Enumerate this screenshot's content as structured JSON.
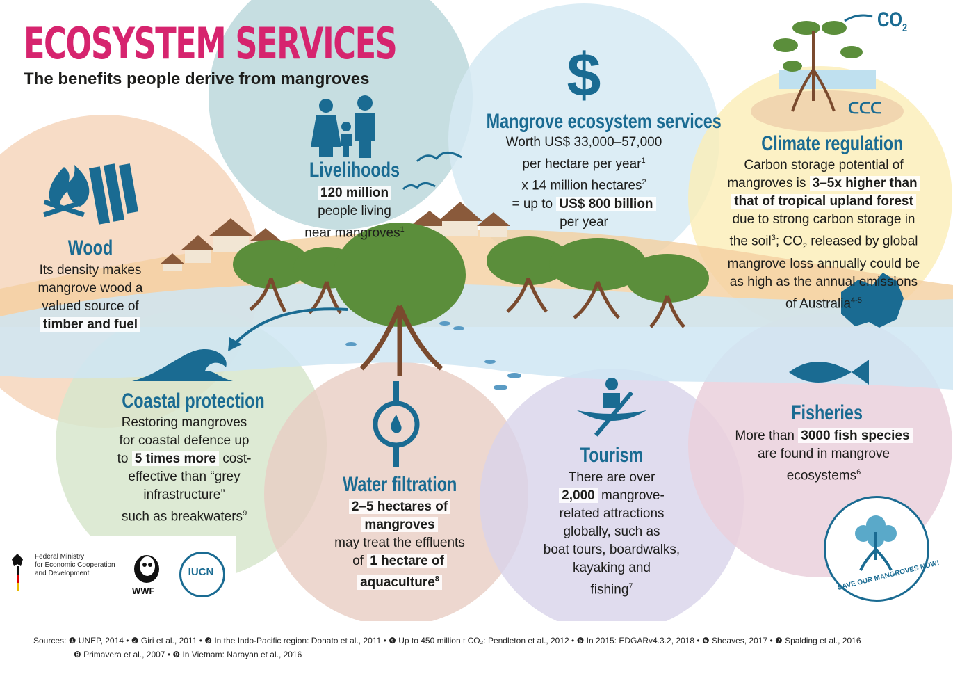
{
  "header": {
    "title": "ECOSYSTEM SERVICES",
    "subtitle": "The benefits people derive from mangroves"
  },
  "colors": {
    "title": "#d6246e",
    "heading": "#1a6b92",
    "circle_wood": "#f6d6bc",
    "circle_livelihoods": "#bcd8dc",
    "circle_services": "#d6eaf3",
    "circle_climate": "#fbeeb7",
    "circle_coastal": "#d7e6cd",
    "circle_water": "#e8cdc3",
    "circle_tourism": "#d8d3ea",
    "circle_fisheries": "#ead0dc"
  },
  "co2_label": "CO",
  "co2_sub": "2",
  "sections": {
    "wood": {
      "icon": "campfire-icon",
      "icon2": "timber-planks-icon",
      "heading": "Wood",
      "line1": "Its density makes",
      "line2": "mangrove wood a",
      "line3": "valued source of",
      "bold": "timber and fuel"
    },
    "livelihoods": {
      "icon": "family-icon",
      "heading": "Livelihoods",
      "bold": "120 million",
      "line1": "people living",
      "line2": "near mangroves",
      "sup": "1"
    },
    "services": {
      "icon": "dollar-icon",
      "heading": "Mangrove ecosystem services",
      "line1": "Worth US$ 33,000–57,000",
      "line2": "per hectare per year",
      "sup2": "1",
      "line3": "x 14 million hectares",
      "sup3": "2",
      "line4_pre": "= up to",
      "bold": "US$ 800 billion",
      "line5": "per year"
    },
    "climate": {
      "icon": "mangrove-co2-icon",
      "heading": "Climate regulation",
      "line1": "Carbon storage potential of",
      "line2_pre": "mangroves is",
      "bold1": "3–5x higher than",
      "bold2": "that of tropical upland forest",
      "line3": "due to strong carbon storage in",
      "line4_a": "the soil",
      "sup4": "3",
      "line4_b": "; CO",
      "sub4": "2",
      "line4_c": " released by global",
      "line5": "mangrove loss annually could be",
      "line6": "as high as the annual emissions",
      "line7": "of Australia",
      "sup7": "4-5"
    },
    "coastal": {
      "icon": "wave-icon",
      "heading": "Coastal protection",
      "line1": "Restoring mangroves",
      "line2": "for coastal defence up",
      "line3_pre": "to",
      "bold": "5 times more",
      "line3_post": "cost-",
      "line4": "effective than “grey",
      "line5": "infrastructure”",
      "line6": "such as breakwaters",
      "sup": "9"
    },
    "water": {
      "icon": "water-drop-cycle-icon",
      "heading": "Water filtration",
      "bold1": "2–5 hectares of",
      "bold2": "mangroves",
      "line1": "may treat the effluents",
      "line2_pre": "of",
      "bold3": "1 hectare of",
      "bold4": "aquaculture",
      "sup": "8"
    },
    "tourism": {
      "icon": "kayak-icon",
      "heading": "Tourism",
      "line1": "There are over",
      "bold": "2,000",
      "line2_post": "mangrove-",
      "line3": "related attractions",
      "line4": "globally, such as",
      "line5": "boat tours, boardwalks,",
      "line6": "kayaking and",
      "line7": "fishing",
      "sup": "7"
    },
    "fisheries": {
      "icon": "fish-icon",
      "heading": "Fisheries",
      "line1_pre": "More than",
      "bold": "3000 fish species",
      "line2": "are found in mangrove",
      "line3": "ecosystems",
      "sup": "6"
    }
  },
  "logos": {
    "ministry_line1": "Federal Ministry",
    "ministry_line2": "for Economic Cooperation",
    "ministry_line3": "and Development",
    "wwf": "WWF",
    "iucn": "IUCN",
    "badge": "SAVE OUR MANGROVES NOW!"
  },
  "sources": {
    "line1": "Sources: ❶ UNEP, 2014 • ❷ Giri et al., 2011 • ❸ In the Indo-Pacific region: Donato et al., 2011 • ❹ Up to 450 million t CO₂: Pendleton et al., 2012 • ❺ In 2015: EDGARv4.3.2, 2018 • ❻ Sheaves, 2017 • ❼ Spalding et al., 2016",
    "line2": "❽ Primavera et al., 2007 • ❾ In Vietnam: Narayan et al., 2016"
  }
}
